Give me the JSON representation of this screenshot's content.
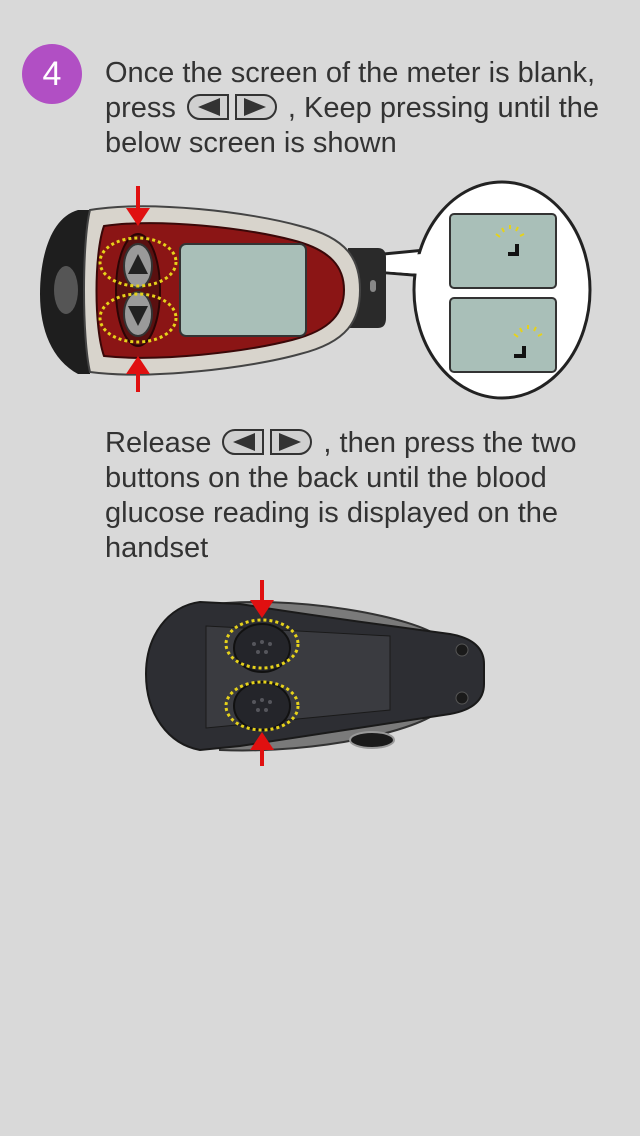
{
  "step": {
    "number": "4"
  },
  "instruction1": {
    "part1": "Once the screen of the meter is blank, press",
    "part2": ", Keep pressing until the below screen is shown"
  },
  "instruction2": {
    "part1": "Release",
    "part2": ", then press the two buttons on the back until the blood glucose reading is displayed on the handset"
  },
  "icons": {
    "inline_buttons": "left-right-arrow-buttons-icon",
    "meter_front": "meter-front-illustration",
    "meter_back": "meter-back-illustration"
  },
  "colors": {
    "background": "#d9d9d9",
    "badge": "#b14fc4",
    "text": "#333333",
    "meter_red": "#8b1515",
    "arrow_red": "#e01010",
    "highlight_yellow": "#e6d21a",
    "screen": "#a9bfb8"
  }
}
